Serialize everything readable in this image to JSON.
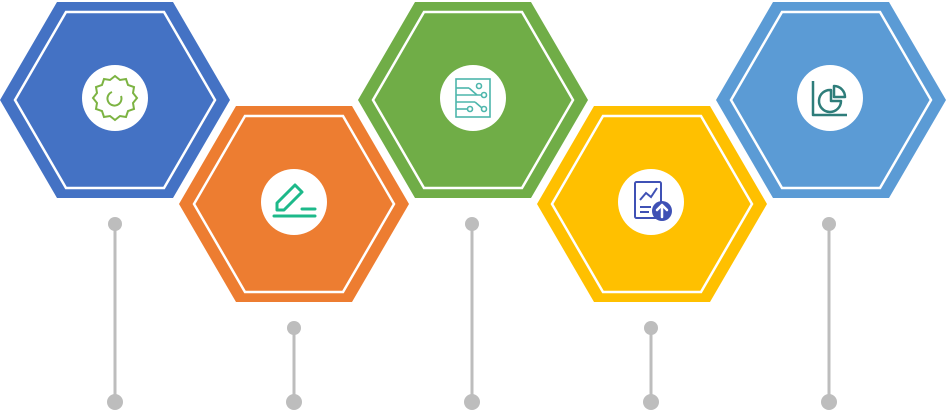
{
  "colors": {
    "connector": "#bdbdbd",
    "outline": "#ffffff",
    "icon_circle": "#ffffff"
  },
  "steps": [
    {
      "name": "step-1",
      "color": "#4472c4",
      "icon": "gear-icon",
      "icon_color": "#7cb342"
    },
    {
      "name": "step-2",
      "color": "#ed7d31",
      "icon": "pen-icon",
      "icon_color": "#1db98a"
    },
    {
      "name": "step-3",
      "color": "#70ad47",
      "icon": "circuit-icon",
      "icon_color": "#4db6ac"
    },
    {
      "name": "step-4",
      "color": "#ffc000",
      "icon": "report-up-icon",
      "icon_color": "#3f51b5"
    },
    {
      "name": "step-5",
      "color": "#5b9bd5",
      "icon": "pie-chart-icon",
      "icon_color": "#2e7d7a"
    }
  ]
}
